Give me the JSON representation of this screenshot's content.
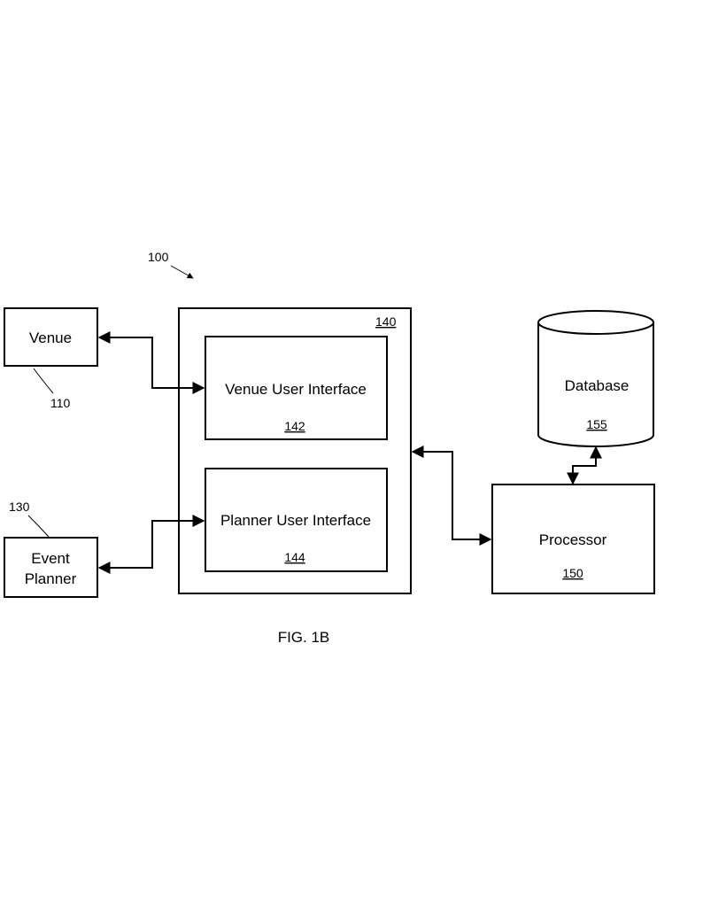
{
  "figure_caption": "FIG. 1B",
  "system_ref": "100",
  "venue": {
    "label": "Venue",
    "ref": "110"
  },
  "event_planner": {
    "label_line1": "Event",
    "label_line2": "Planner",
    "ref": "130"
  },
  "platform": {
    "ref": "140"
  },
  "venue_ui": {
    "label": "Venue User Interface",
    "ref": "142"
  },
  "planner_ui": {
    "label": "Planner User Interface",
    "ref": "144"
  },
  "database": {
    "label": "Database",
    "ref": "155"
  },
  "processor": {
    "label": "Processor",
    "ref": "150"
  },
  "colors": {
    "ink": "#000000",
    "background": "#ffffff"
  }
}
